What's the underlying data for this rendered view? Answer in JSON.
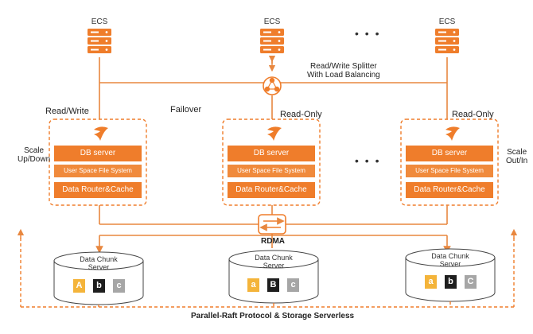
{
  "ecs": [
    "ECS",
    "ECS",
    "ECS"
  ],
  "ecs_ellipsis": "• • •",
  "splitter": [
    "Read/Write Splitter",
    "With Load Balancing"
  ],
  "failover": "Failover",
  "nodes": [
    {
      "mode": "Read/Write",
      "db": "DB server",
      "fs": "User Space File System",
      "router": "Data Router&Cache"
    },
    {
      "mode": "Read-Only",
      "db": "DB server",
      "fs": "User Space File System",
      "router": "Data Router&Cache"
    },
    {
      "mode": "Read-Only",
      "db": "DB server",
      "fs": "User Space File System",
      "router": "Data Router&Cache"
    }
  ],
  "node_ellipsis": "• • •",
  "scale_left": [
    "Scale",
    "Up/Down"
  ],
  "scale_right": [
    "Scale",
    "Out/In"
  ],
  "rdma": "RDMA",
  "chunks": [
    {
      "title": [
        "Data Chunk",
        "Server"
      ],
      "cells": [
        "A",
        "b",
        "c"
      ]
    },
    {
      "title": [
        "Data Chunk",
        "Server"
      ],
      "cells": [
        "a",
        "B",
        "c"
      ]
    },
    {
      "title": [
        "Data Chunk",
        "Server"
      ],
      "cells": [
        "a",
        "b",
        "C"
      ]
    }
  ],
  "footer": "Parallel-Raft Protocol & Storage Serverless",
  "colors": {
    "accent": "#ef7d2b",
    "line": "#e8873f",
    "chip_yellow": "#f4b43a",
    "chip_black": "#1e1e1e",
    "chip_gray": "#a6a6a6"
  }
}
